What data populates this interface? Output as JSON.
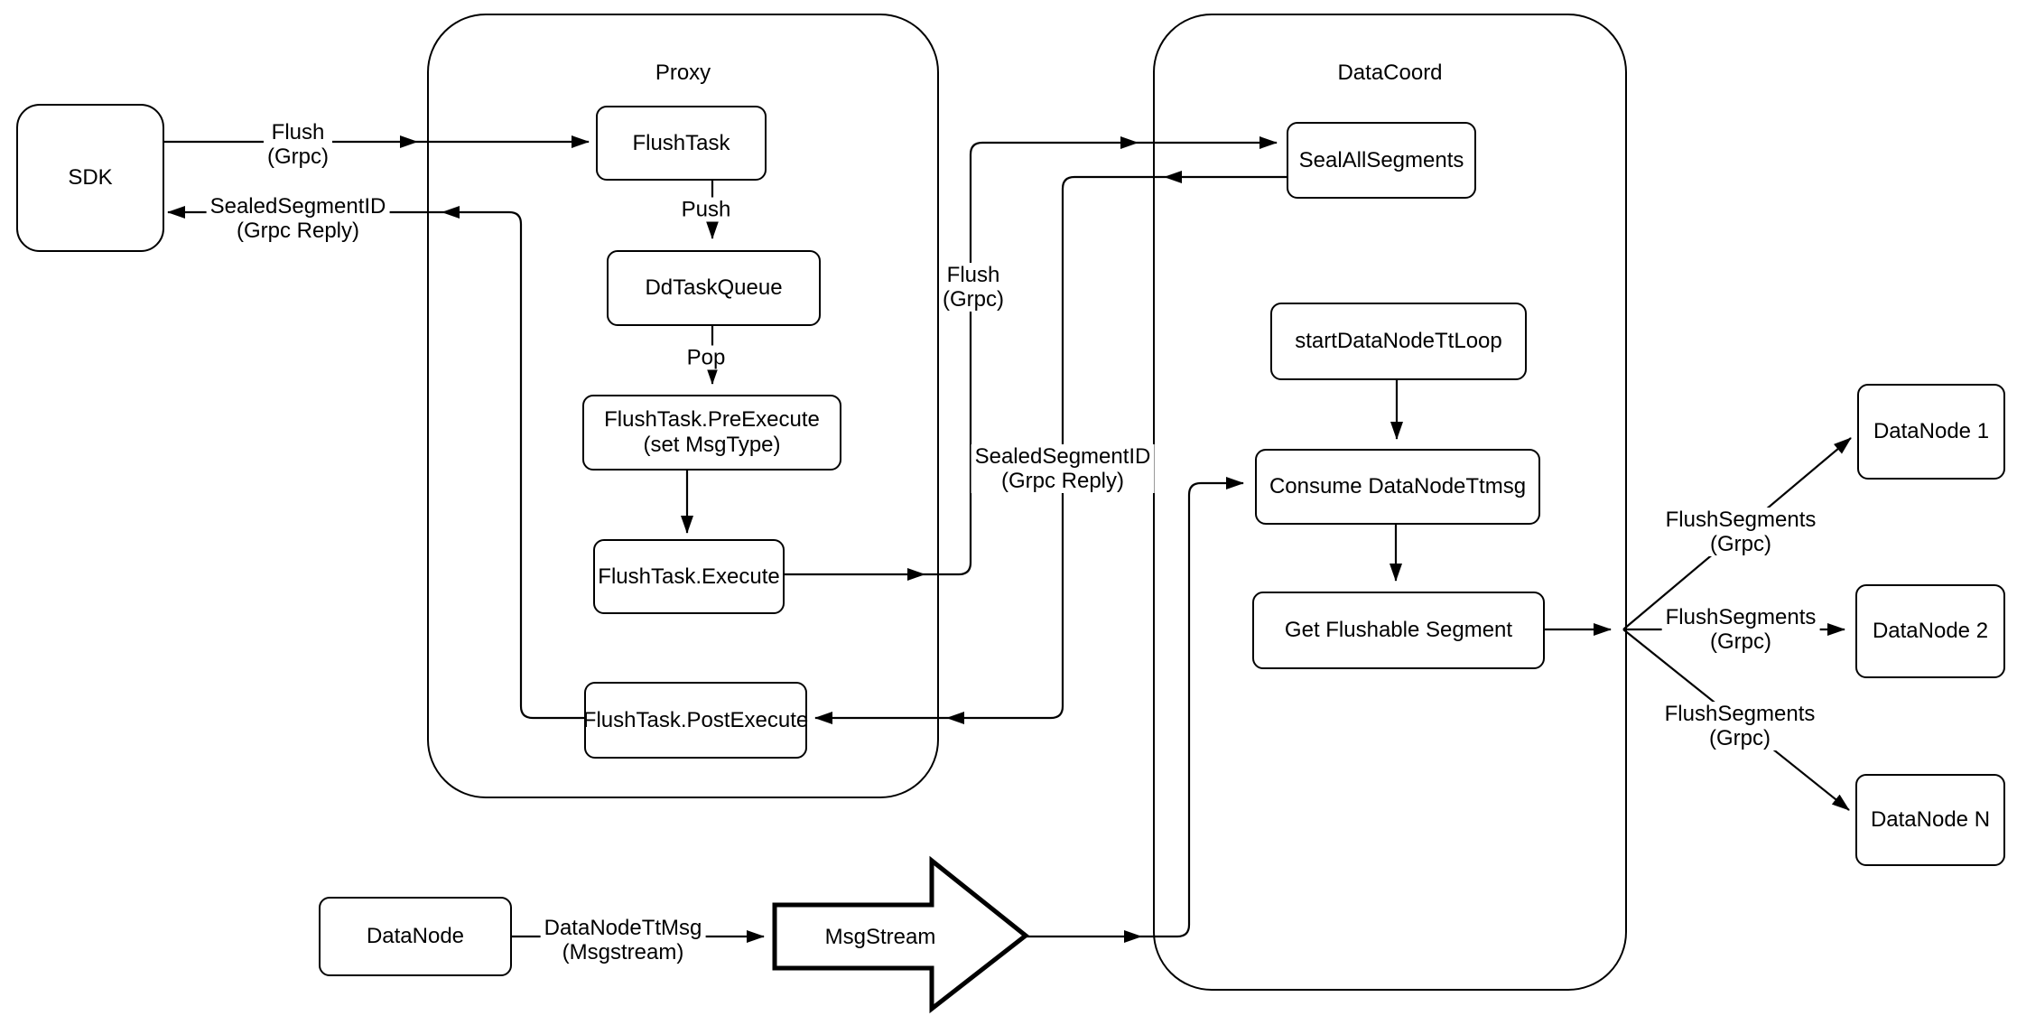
{
  "diagram": {
    "containers": {
      "proxy": {
        "title": "Proxy"
      },
      "datacoord": {
        "title": "DataCoord"
      }
    },
    "nodes": {
      "sdk": {
        "label": "SDK"
      },
      "flush_task": {
        "label": "FlushTask"
      },
      "dd_task_queue": {
        "label": "DdTaskQueue"
      },
      "pre_execute": {
        "label": "FlushTask.PreExecute",
        "sublabel": "(set MsgType)"
      },
      "execute": {
        "label": "FlushTask.Execute"
      },
      "post_execute": {
        "label": "FlushTask.PostExecute"
      },
      "seal_all_segments": {
        "label": "SealAllSegments"
      },
      "start_tt_loop": {
        "label": "startDataNodeTtLoop"
      },
      "consume_ttmsg": {
        "label": "Consume DataNodeTtmsg"
      },
      "get_flushable": {
        "label": "Get Flushable Segment"
      },
      "datanode1": {
        "label": "DataNode 1"
      },
      "datanode2": {
        "label": "DataNode 2"
      },
      "datanodeN": {
        "label": "DataNode N"
      },
      "datanode_bottom": {
        "label": "DataNode"
      },
      "msgstream": {
        "label": "MsgStream"
      }
    },
    "edge_labels": {
      "flush_grpc_sdk": {
        "line1": "Flush",
        "line2": "(Grpc)"
      },
      "sealed_segment_sdk": {
        "line1": "SealedSegmentID",
        "line2": "(Grpc Reply)"
      },
      "push": {
        "line1": "Push"
      },
      "pop": {
        "line1": "Pop"
      },
      "flush_grpc_mid": {
        "line1": "Flush",
        "line2": "(Grpc)"
      },
      "sealed_segment_mid": {
        "line1": "SealedSegmentID",
        "line2": "(Grpc Reply)"
      },
      "flush_segments_1": {
        "line1": "FlushSegments",
        "line2": "(Grpc)"
      },
      "flush_segments_2": {
        "line1": "FlushSegments",
        "line2": "(Grpc)"
      },
      "flush_segments_3": {
        "line1": "FlushSegments",
        "line2": "(Grpc)"
      },
      "datanode_ttmsg": {
        "line1": "DataNodeTtMsg",
        "line2": "(Msgstream)"
      }
    },
    "colors": {
      "stroke": "#000000",
      "fill": "#ffffff",
      "background": "#ffffff"
    }
  }
}
